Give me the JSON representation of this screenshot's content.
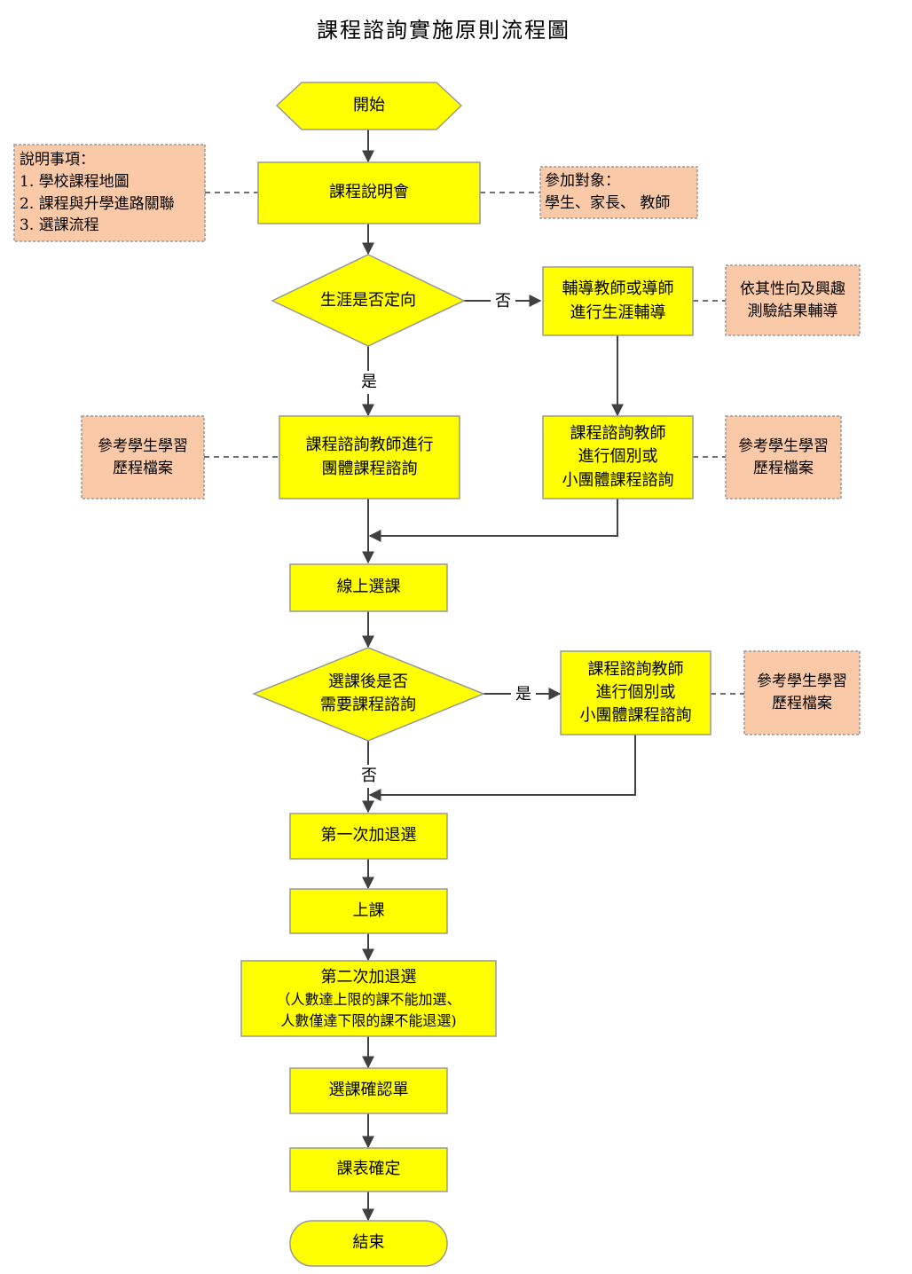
{
  "title": "課程諮詢實施原則流程圖",
  "colors": {
    "process_fill": "#ffff00",
    "process_stroke": "#999999",
    "note_fill": "#f9c9a8",
    "note_stroke": "#999999",
    "line": "#404040"
  },
  "nodes": {
    "start": "開始",
    "briefing": "課程說明會",
    "career_decision": "生涯是否定向",
    "career_counsel": [
      "輔導教師或導師",
      "進行生涯輔導"
    ],
    "group_consult": [
      "課程諮詢教師進行",
      "團體課程諮詢"
    ],
    "indiv_consult_1": [
      "課程諮詢教師",
      "進行個別或",
      "小團體課程諮詢"
    ],
    "online_select": "線上選課",
    "need_consult_decision": [
      "選課後是否",
      "需要課程諮詢"
    ],
    "indiv_consult_2": [
      "課程諮詢教師",
      "進行個別或",
      "小團體課程諮詢"
    ],
    "first_adddrop": "第一次加退選",
    "attend_class": "上課",
    "second_adddrop": [
      "第二次加退選",
      "（人數達上限的課不能加選、",
      "人數僅達下限的課不能退選)"
    ],
    "confirm_form": "選課確認單",
    "schedule_confirm": "課表確定",
    "end": "結束"
  },
  "notes": {
    "explain": [
      "說明事項：",
      "1. 學校課程地圖",
      "2. 課程與升學進路關聯",
      "3. 選課流程"
    ],
    "participants": [
      "參加對象：",
      "學生、家長、 教師"
    ],
    "aptitude": [
      "依其性向及興趣",
      "測驗結果輔導"
    ],
    "portfolio_left": [
      "參考學生學習",
      "歷程檔案"
    ],
    "portfolio_right": [
      "參考學生學習",
      "歷程檔案"
    ],
    "portfolio_bottom": [
      "參考學生學習",
      "歷程檔案"
    ]
  },
  "edge_labels": {
    "career_no": "否",
    "career_yes": "是",
    "consult_yes": "是",
    "consult_no": "否"
  }
}
